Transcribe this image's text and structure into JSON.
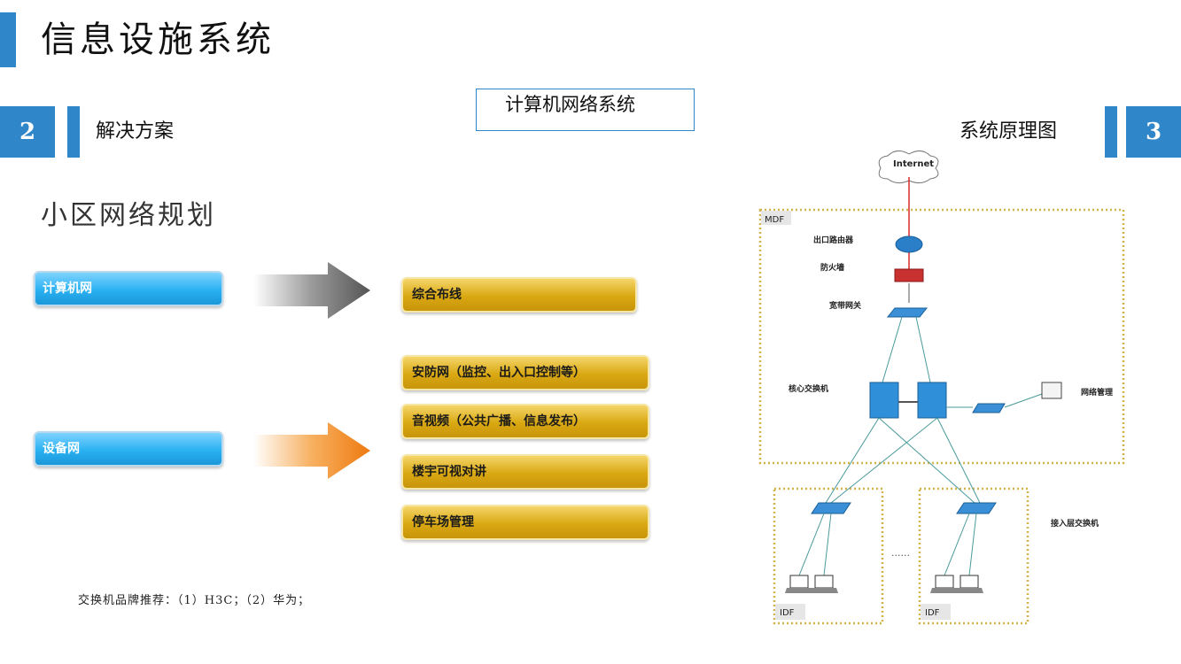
{
  "page": {
    "title": "信息设施系统",
    "left_section": {
      "number": "2",
      "label": "解决方案"
    },
    "right_section": {
      "number": "3",
      "label": "系统原理图"
    },
    "box_title": "计算机网络系统",
    "subtitle": "小区网络规划",
    "note": "交换机品牌推荐：（1）H3C；（2）华为；"
  },
  "planning": {
    "sources": [
      {
        "label": "计算机网",
        "arrow_color": "gray"
      },
      {
        "label": "设备网",
        "arrow_color": "orange"
      }
    ],
    "targets": [
      "综合布线",
      "安防网（监控、出入口控制等）",
      "音视频（公共广播、信息发布）",
      "楼宇可视对讲",
      "停车场管理"
    ]
  },
  "colors": {
    "accent": "#2f86c9",
    "blue_pill": "#2ab1f2",
    "gold_pill": "#d9a812",
    "gray_arrow": "#666666",
    "orange_arrow": "#f08a1c",
    "dotted_border": "#d4b24a",
    "internet_link": "#d62a2a"
  },
  "diagram": {
    "internet": "Internet",
    "mdf": "MDF",
    "router": "出口路由器",
    "firewall": "防火墙",
    "gateway": "宽带网关",
    "core": "核心交换机",
    "mgmt": "网络管理",
    "access": "接入层交换机",
    "idf1": "IDF",
    "idf2": "IDF",
    "dots": "......"
  }
}
